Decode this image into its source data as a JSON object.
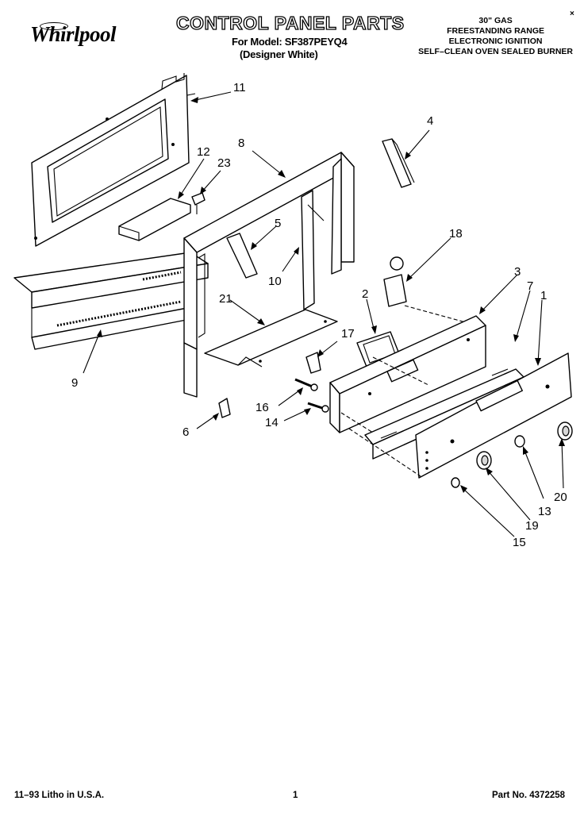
{
  "header": {
    "brand": "Whirlpool",
    "title": "CONTROL PANEL PARTS",
    "model_line": "For Model: SF387PEYQ4",
    "model_subline": "(Designer White)",
    "description_lines": [
      "30\" GAS",
      "FREESTANDING RANGE",
      "ELECTRONIC IGNITION",
      "SELF–CLEAN OVEN SEALED BURNER"
    ],
    "corner_mark": "×"
  },
  "callouts": {
    "c1": "1",
    "c2": "2",
    "c3": "3",
    "c4": "4",
    "c5": "5",
    "c6": "6",
    "c7": "7",
    "c8": "8",
    "c9": "9",
    "c10": "10",
    "c11": "11",
    "c12": "12",
    "c13": "13",
    "c14": "14",
    "c15": "15",
    "c16": "16",
    "c17": "17",
    "c18": "18",
    "c19": "19",
    "c20": "20",
    "c21": "21",
    "c23": "23"
  },
  "footer": {
    "litho": "11–93 Litho in U.S.A.",
    "page_number": "1",
    "part_number": "Part No. 4372258"
  }
}
